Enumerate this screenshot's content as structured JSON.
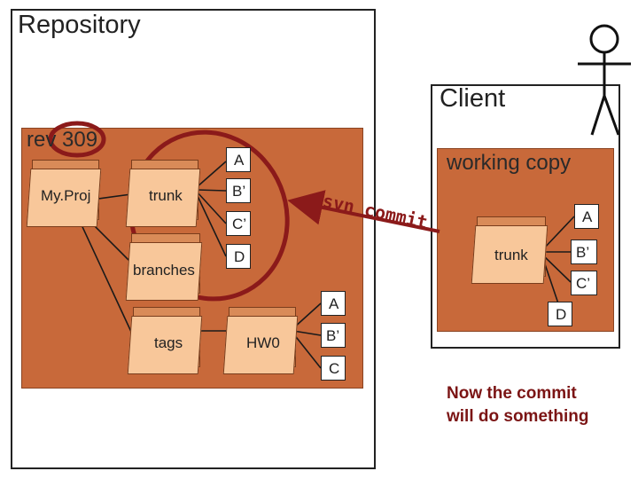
{
  "repository": {
    "title": "Repository",
    "rev_label": "rev 309",
    "folders": {
      "myproj": "My.Proj",
      "trunk": "trunk",
      "branches": "branches",
      "tags": "tags",
      "hw0": "HW0"
    },
    "trunk_files": [
      "A",
      "B’",
      "C’",
      "D"
    ],
    "hw0_files": [
      "A",
      "B’",
      "C"
    ]
  },
  "client": {
    "title": "Client",
    "working_copy_label": "working copy",
    "trunk_label": "trunk",
    "files": [
      "A",
      "B’",
      "C’",
      "D"
    ]
  },
  "command": "svn commit",
  "note": {
    "line1": "Now the commit",
    "line2": "will do something"
  },
  "colors": {
    "panel_fill": "#c8693a",
    "folder_fill": "#f8c79a",
    "folder_back": "#d98b58",
    "highlight_red": "#8b1a1a",
    "note_text": "#7b1414"
  }
}
